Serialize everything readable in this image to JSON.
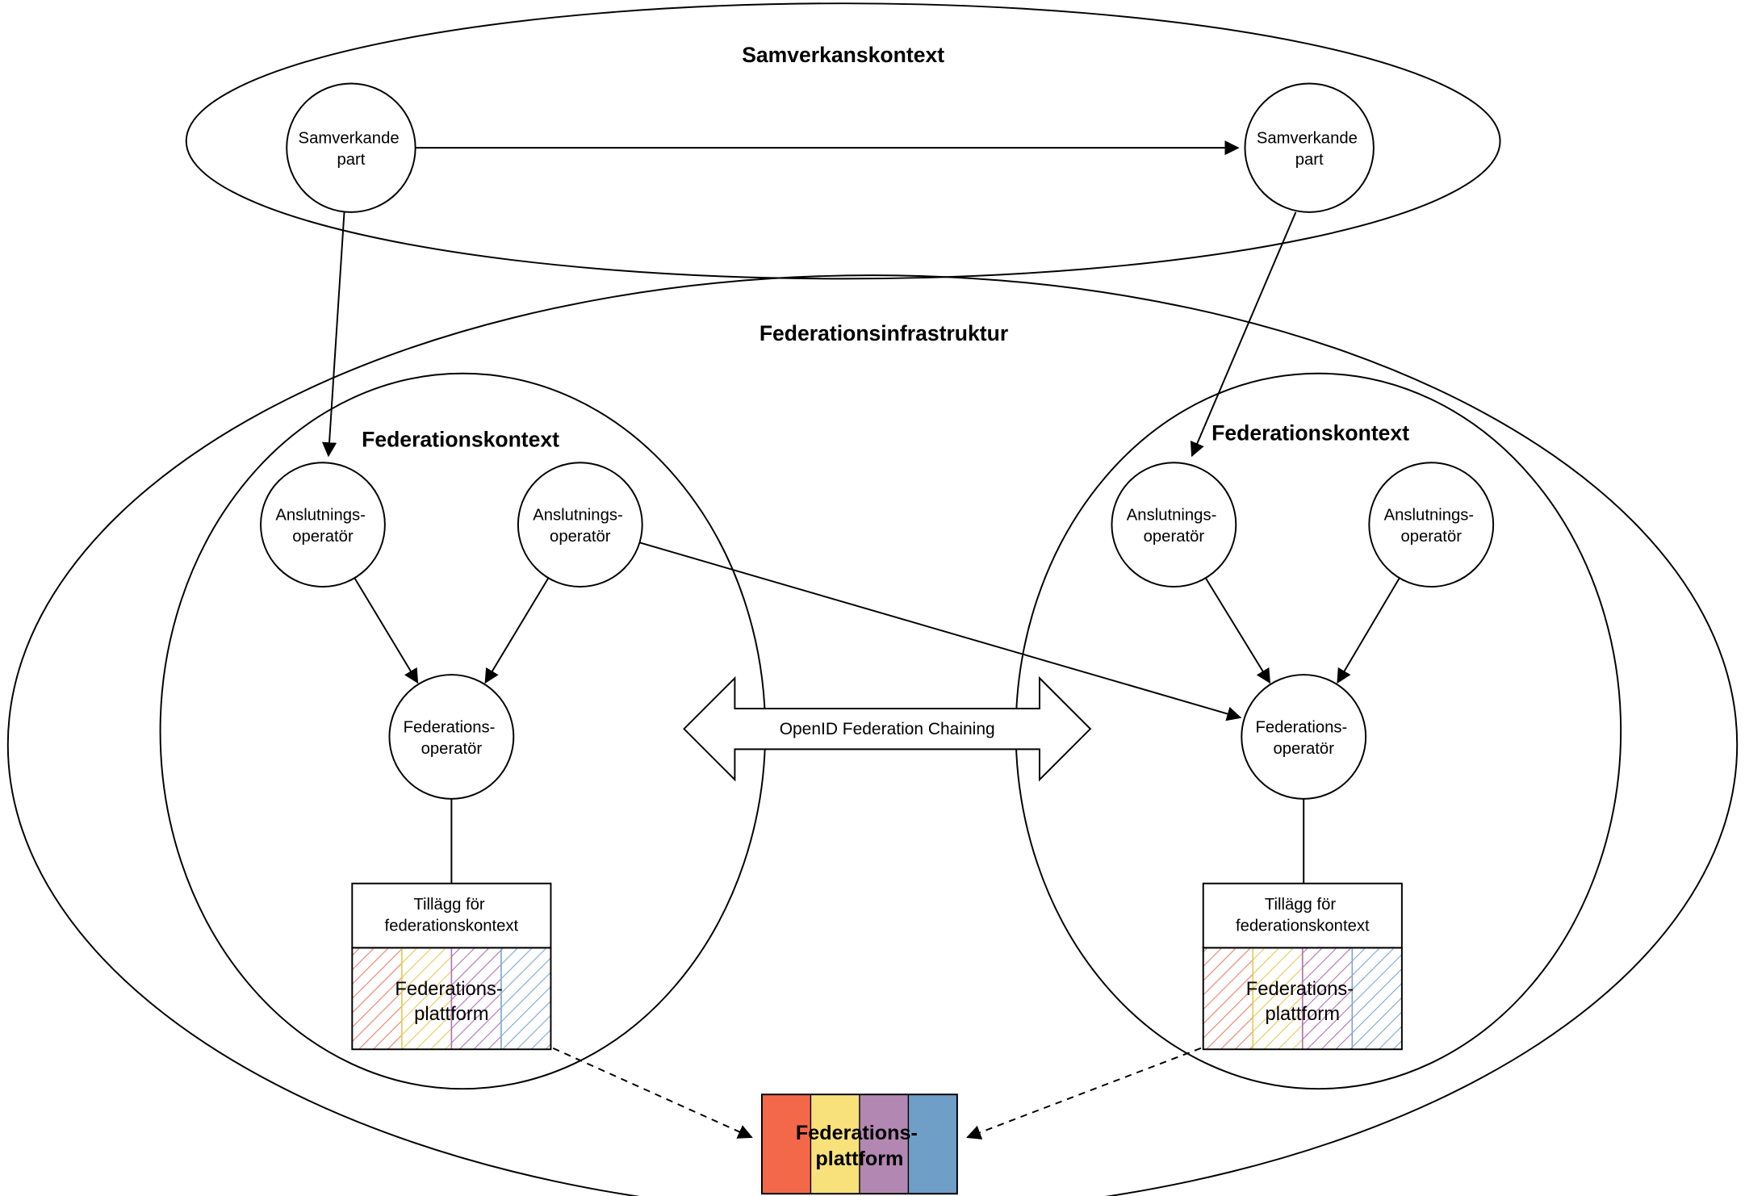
{
  "labels": {
    "samverkanskontext": "Samverkanskontext",
    "federationsinfrastruktur": "Federationsinfrastruktur",
    "federationskontext_left": "Federationskontext",
    "federationskontext_right": "Federationskontext",
    "chaining": "OpenID Federation Chaining"
  },
  "nodes": {
    "party": {
      "line1": "Samverkande",
      "line2": "part"
    },
    "anslutningsoperator": {
      "line1": "Anslutnings-",
      "line2": "operatör"
    },
    "federationsoperator": {
      "line1": "Federations-",
      "line2": "operatör"
    }
  },
  "boxes": {
    "tillagg": {
      "line1": "Tillägg för",
      "line2": "federationskontext"
    },
    "plattform": {
      "line1": "Federations-",
      "line2": "plattform"
    },
    "central_plattform": {
      "line1": "Federations-",
      "line2": "plattform"
    }
  },
  "colors": {
    "stripe_red": "#f4684a",
    "stripe_yellow": "#f8e17a",
    "stripe_purple": "#b287b2",
    "stripe_blue": "#6f9ec7",
    "hatch_red": "#e9826a",
    "hatch_yellow": "#e7ca58",
    "hatch_purple": "#b274b2",
    "hatch_blue": "#7fa8d0"
  }
}
